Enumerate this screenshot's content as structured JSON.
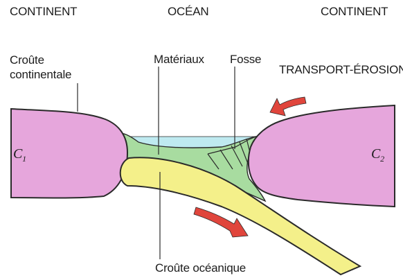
{
  "headers": {
    "left": "CONTINENT",
    "center": "OCÉAN",
    "right": "CONTINENT"
  },
  "labels": {
    "continental_crust": "Croûte\ncontinentale",
    "materials": "Matériaux",
    "trench": "Fosse",
    "transport_erosion": "TRANSPORT-ÉROSION",
    "oceanic_crust": "Croûte océanique",
    "c1_letter": "C",
    "c1_index": "1",
    "c2_letter": "C",
    "c2_index": "2"
  },
  "colors": {
    "continental_crust": "#e6a6dc",
    "sediments": "#a8dca0",
    "ocean": "#bfeaf0",
    "oceanic_crust": "#f4f08a",
    "arrows": "#e0453c",
    "outline": "#2a2a2a"
  }
}
